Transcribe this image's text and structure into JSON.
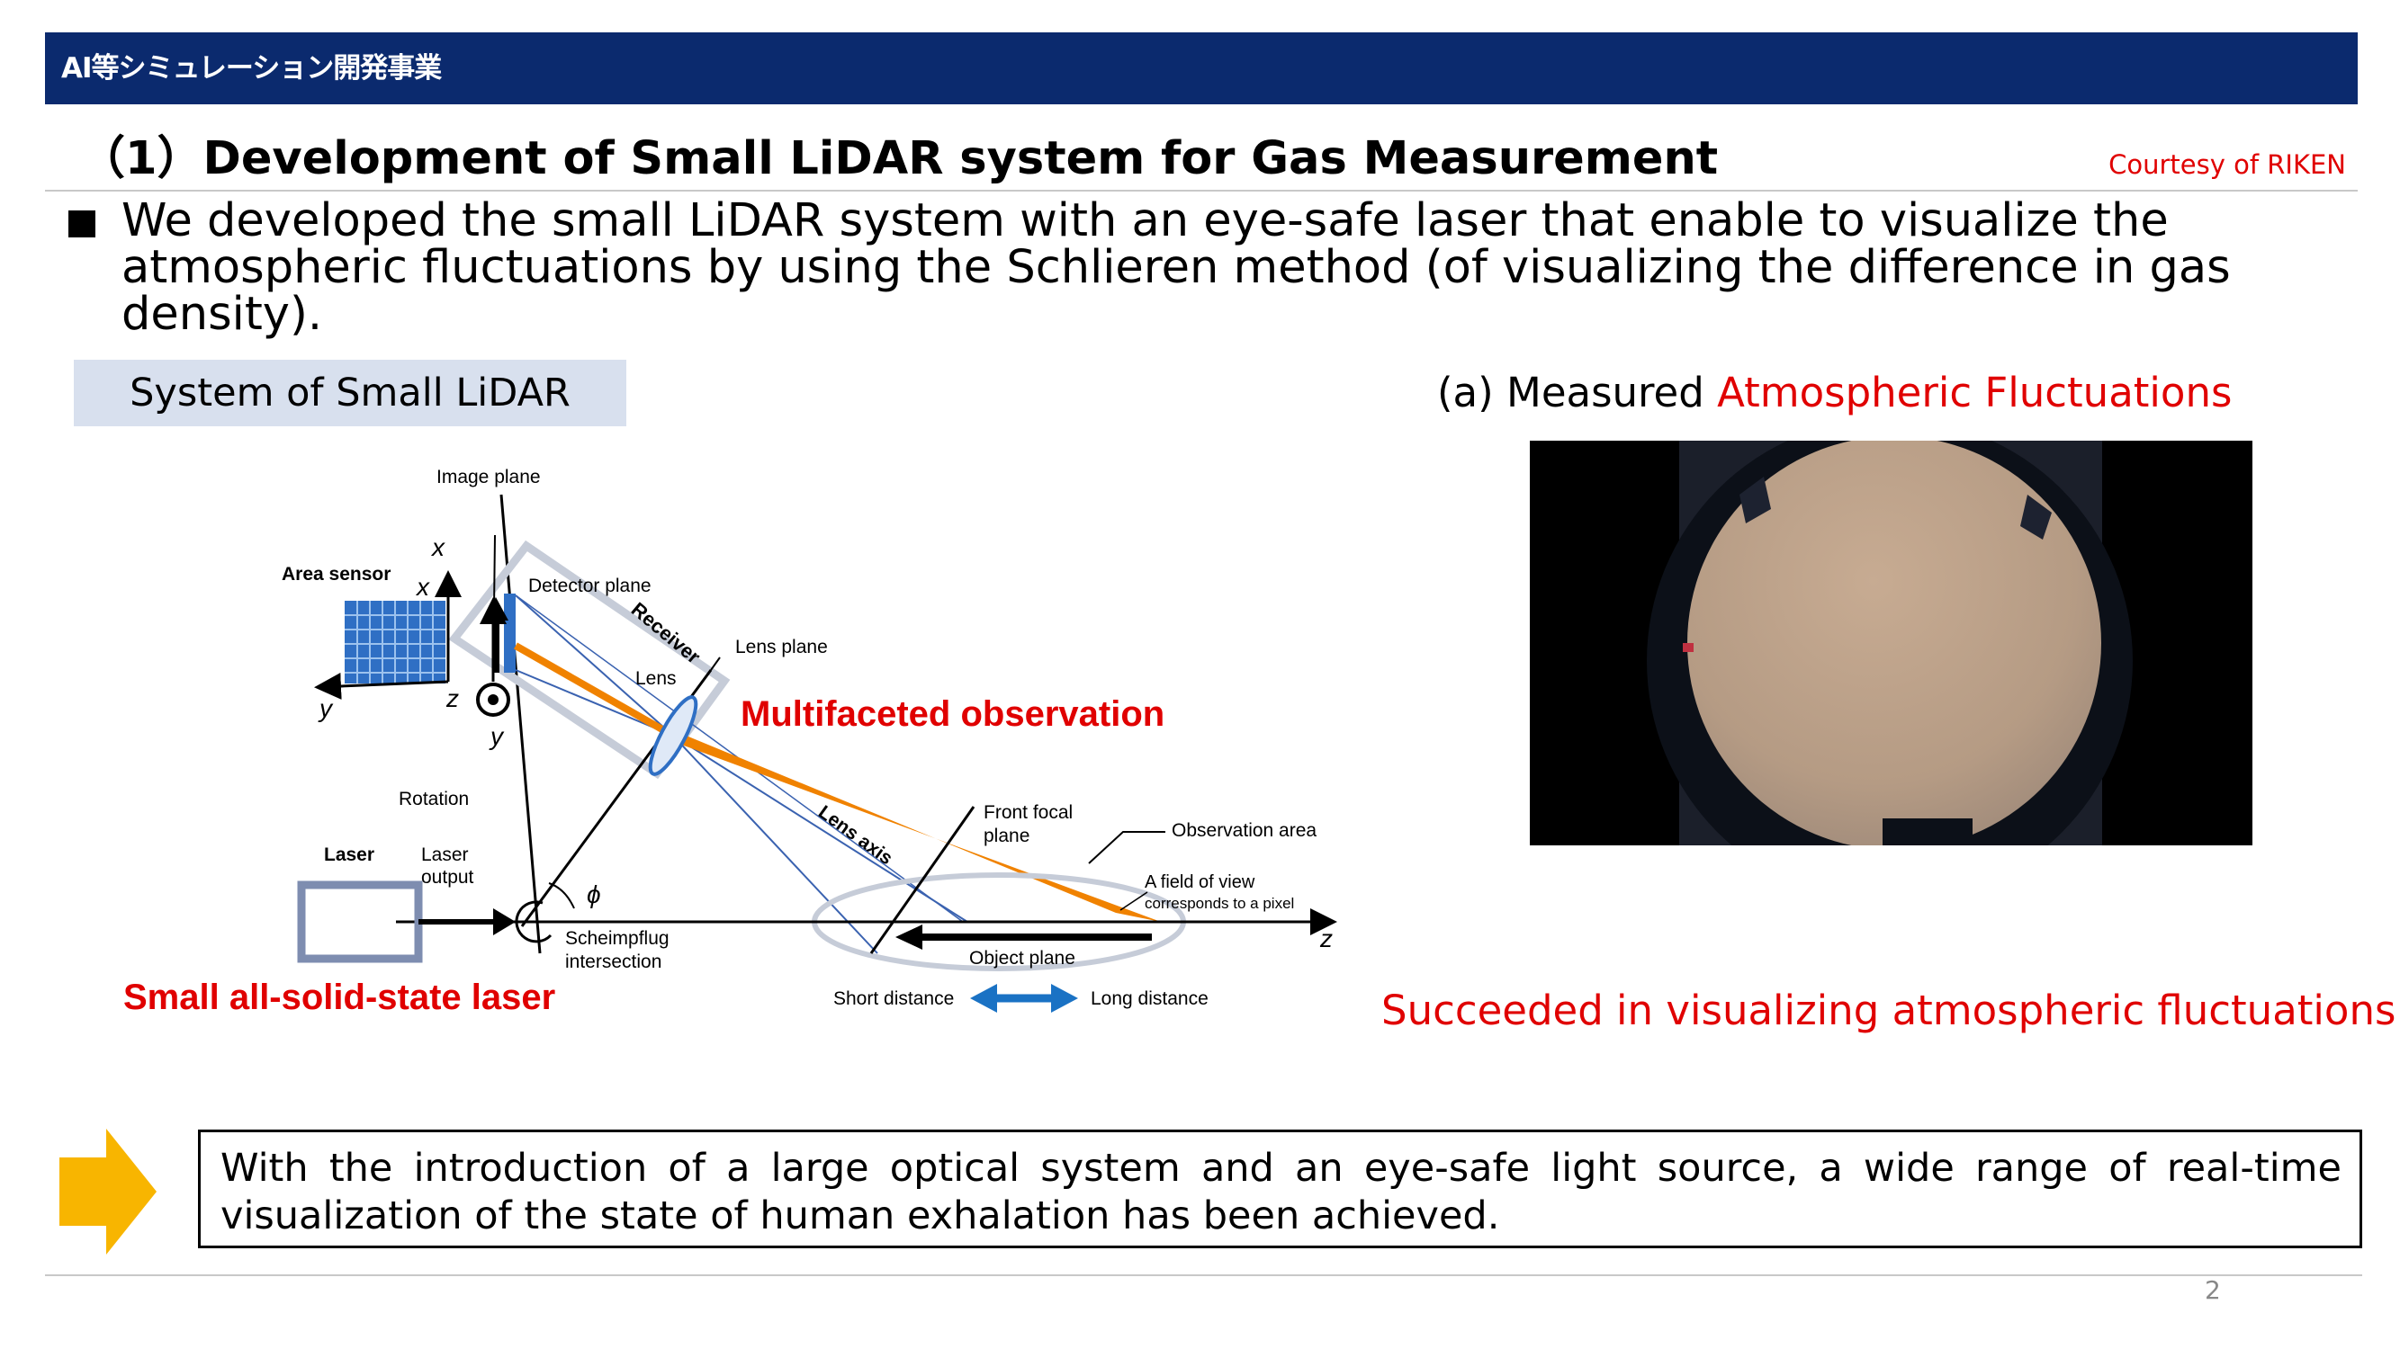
{
  "header": {
    "label": "AI等シミュレーション開発事業"
  },
  "slide": {
    "title": "（1）Development of Small LiDAR system for Gas Measurement",
    "courtesy": "Courtesy of RIKEN",
    "intro": "We developed the small LiDAR system with an eye-safe laser that enable to visualize the atmospheric fluctuations by using the Schlieren method (of visualizing the difference in gas density).",
    "page_number": "2"
  },
  "diagram": {
    "section_label": "System of Small LiDAR",
    "image_plane": "Image plane",
    "area_sensor": "Area sensor",
    "detector_plane": "Detector plane",
    "receiver": "Receiver",
    "lens_plane": "Lens plane",
    "lens": "Lens",
    "multifaceted": "Multifaceted observation",
    "rotation": "Rotation",
    "laser": "Laser",
    "laser_output_1": "Laser",
    "laser_output_2": "output",
    "phi": "ϕ",
    "scheimpflug_1": "Scheimpflug",
    "scheimpflug_2": "intersection",
    "lens_axis": "Lens axis",
    "front_focal_1": "Front focal",
    "front_focal_2": "plane",
    "observation_area": "Observation area",
    "fov_1": "A field of view",
    "fov_2": "corresponds to a pixel",
    "object_plane": "Object plane",
    "short_distance": "Short distance",
    "long_distance": "Long distance",
    "axis_x1": "x",
    "axis_x2": "x",
    "axis_y1": "y",
    "axis_y2": "y",
    "axis_z1": "z",
    "axis_z2": "z",
    "laser_caption": "Small all-solid-state laser"
  },
  "measurement": {
    "prefix": "(a) Measured ",
    "highlight": "Atmospheric Fluctuations",
    "success": "Succeeded in visualizing atmospheric fluctuations"
  },
  "conclusion": {
    "text": "With the introduction of a large optical system and an eye-safe light source, a wide range of real-time visualization of the state of human exhalation has been achieved."
  },
  "colors": {
    "header_bg": "#0b2a6e",
    "accent_red": "#e00000",
    "beam_orange": "#f08200",
    "arrow_yellow": "#f8b500"
  }
}
